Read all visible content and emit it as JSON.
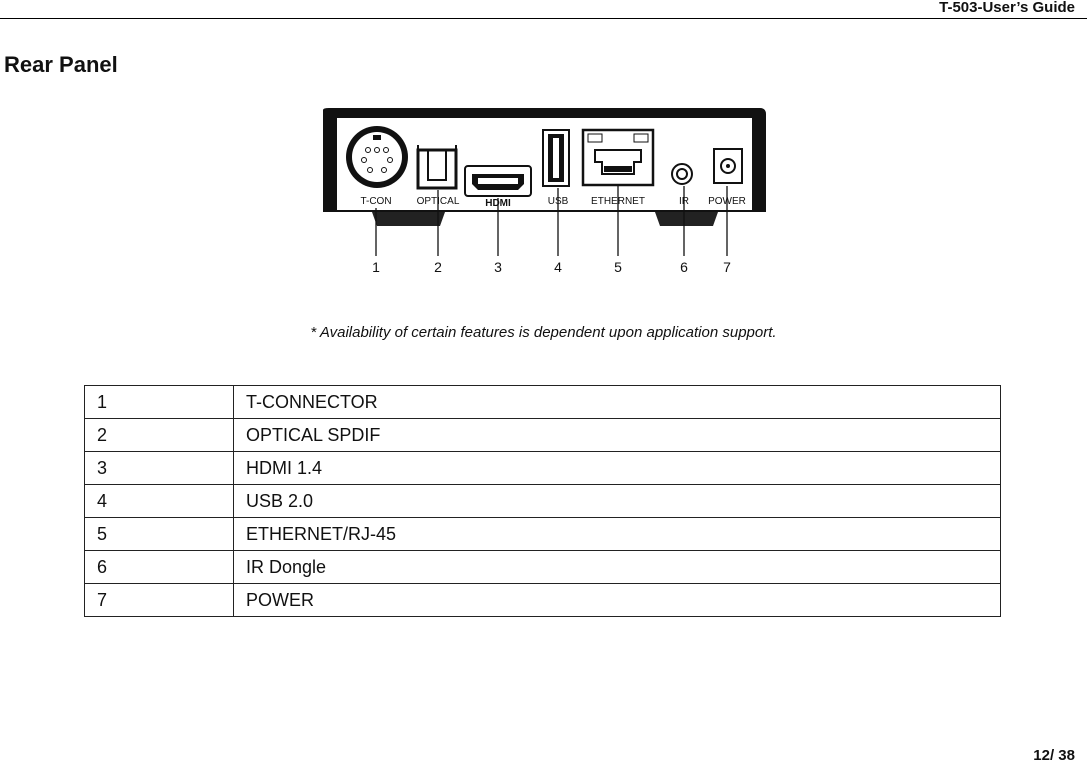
{
  "header": {
    "title": "T-503-User’s Guide"
  },
  "section": {
    "title": "Rear Panel"
  },
  "figure": {
    "port_labels": [
      "T-CON",
      "OPTICAL",
      "HDMI",
      "USB",
      "ETHERNET",
      "IR",
      "POWER"
    ],
    "callouts": [
      "1",
      "2",
      "3",
      "4",
      "5",
      "6",
      "7"
    ]
  },
  "note": "* Availability of certain features is dependent upon application support.",
  "table": {
    "rows": [
      {
        "num": "1",
        "name": "T-CONNECTOR"
      },
      {
        "num": "2",
        "name": "OPTICAL SPDIF"
      },
      {
        "num": "3",
        "name": "HDMI 1.4"
      },
      {
        "num": "4",
        "name": "USB 2.0"
      },
      {
        "num": "5",
        "name": "ETHERNET/RJ-45"
      },
      {
        "num": "6",
        "name": "IR Dongle"
      },
      {
        "num": "7",
        "name": "POWER"
      }
    ]
  },
  "footer": {
    "page": "12/ 38"
  }
}
